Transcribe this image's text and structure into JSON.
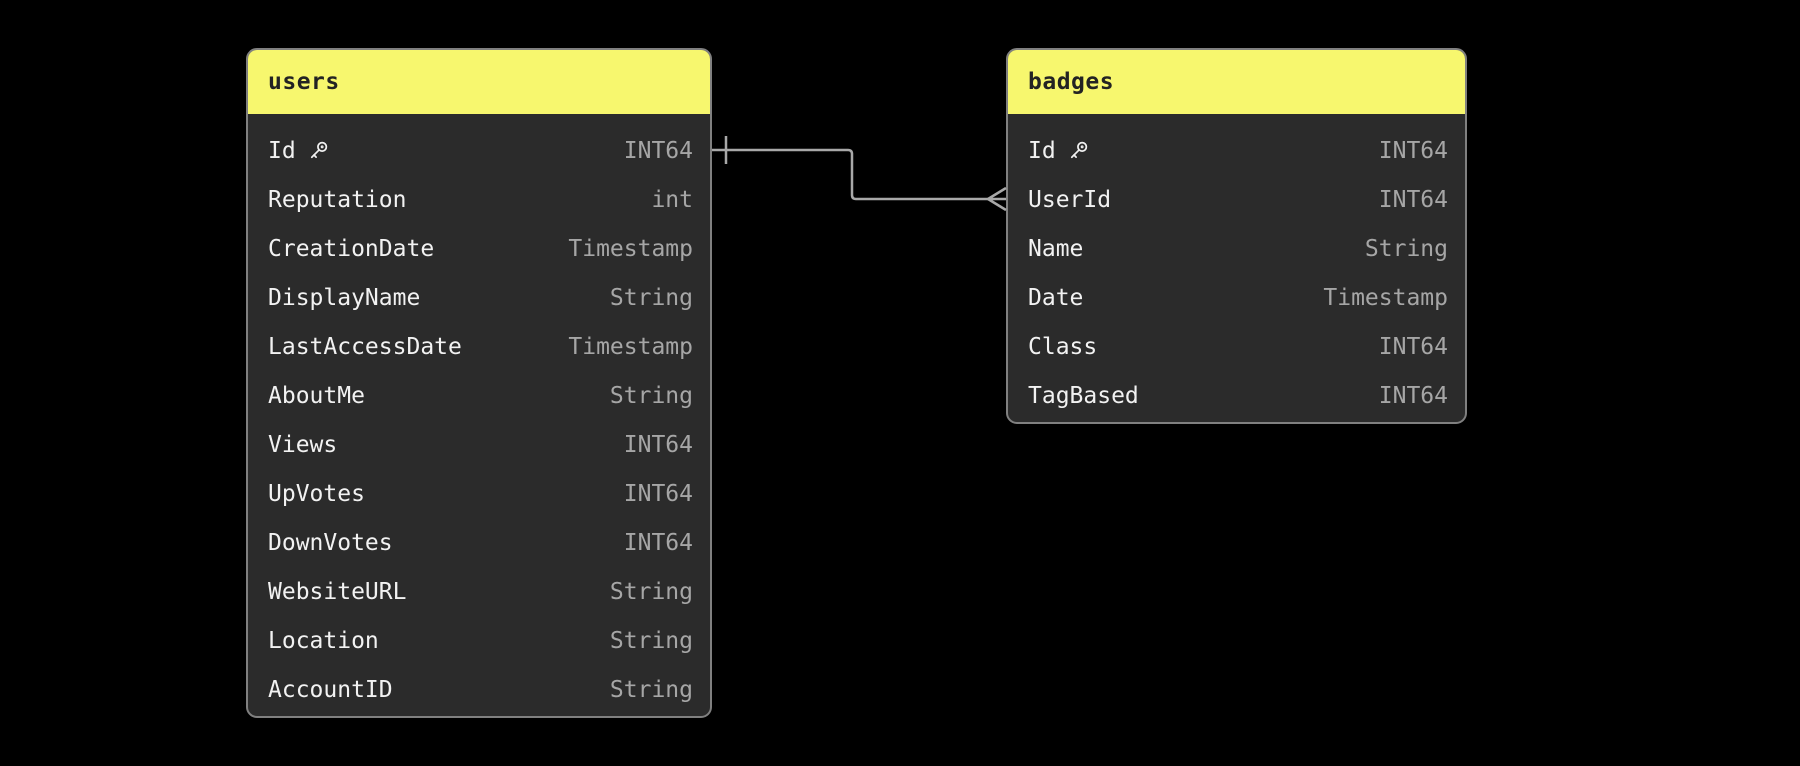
{
  "app": {
    "kind": "database-schema-er-diagram"
  },
  "colors": {
    "canvas_bg": "#000000",
    "header_bg": "#f7f76e",
    "header_text": "#232323",
    "card_bg": "#2b2b2b",
    "card_border": "#808080",
    "field_text": "#f2f2f2",
    "type_text": "#a6a6a6",
    "connector": "#a8a8a8"
  },
  "icons": {
    "primary_key": "key-icon"
  },
  "tables": [
    {
      "name": "users",
      "fields": [
        {
          "name": "Id",
          "type": "INT64",
          "primary_key": true
        },
        {
          "name": "Reputation",
          "type": "int",
          "primary_key": false
        },
        {
          "name": "CreationDate",
          "type": "Timestamp",
          "primary_key": false
        },
        {
          "name": "DisplayName",
          "type": "String",
          "primary_key": false
        },
        {
          "name": "LastAccessDate",
          "type": "Timestamp",
          "primary_key": false
        },
        {
          "name": "AboutMe",
          "type": "String",
          "primary_key": false
        },
        {
          "name": "Views",
          "type": "INT64",
          "primary_key": false
        },
        {
          "name": "UpVotes",
          "type": "INT64",
          "primary_key": false
        },
        {
          "name": "DownVotes",
          "type": "INT64",
          "primary_key": false
        },
        {
          "name": "WebsiteURL",
          "type": "String",
          "primary_key": false
        },
        {
          "name": "Location",
          "type": "String",
          "primary_key": false
        },
        {
          "name": "AccountID",
          "type": "String",
          "primary_key": false
        }
      ]
    },
    {
      "name": "badges",
      "fields": [
        {
          "name": "Id",
          "type": "INT64",
          "primary_key": true
        },
        {
          "name": "UserId",
          "type": "INT64",
          "primary_key": false
        },
        {
          "name": "Name",
          "type": "String",
          "primary_key": false
        },
        {
          "name": "Date",
          "type": "Timestamp",
          "primary_key": false
        },
        {
          "name": "Class",
          "type": "INT64",
          "primary_key": false
        },
        {
          "name": "TagBased",
          "type": "INT64",
          "primary_key": false
        }
      ]
    }
  ],
  "relationships": [
    {
      "from_table": "users",
      "from_field": "Id",
      "from_cardinality": "one",
      "to_table": "badges",
      "to_field": "UserId",
      "to_cardinality": "many"
    }
  ]
}
